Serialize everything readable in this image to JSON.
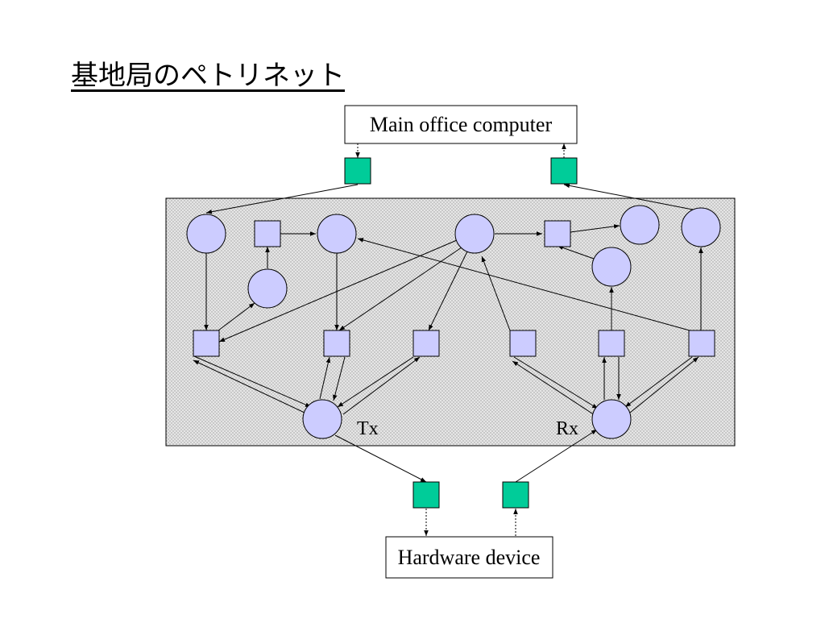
{
  "title": "基地局のペトリネット",
  "labels": {
    "main_office": "Main office computer",
    "hardware": "Hardware device",
    "tx": "Tx",
    "rx": "Rx"
  },
  "colors": {
    "place_fill": "#ccccff",
    "transition_fill": "#ccccff",
    "interface_fill": "#00cc99",
    "region_fill": "#d8d8d8",
    "stroke": "#000000"
  }
}
